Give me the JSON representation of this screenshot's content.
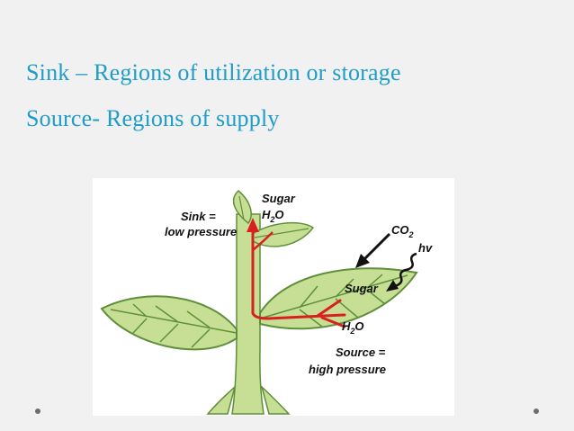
{
  "slide": {
    "line1": "Sink – Regions of utilization or storage",
    "line2": "Source- Regions of supply"
  },
  "diagram": {
    "sink_label_1": "Sink =",
    "sink_label_2": "low pressure",
    "top_sugar": "Sugar",
    "top_h2o_h": "H",
    "top_h2o_sub": "2",
    "top_h2o_o": "O",
    "co2_main": "CO",
    "co2_sub": "2",
    "hv": "hv",
    "leaf_sugar": "Sugar",
    "leaf_h2o_h": "H",
    "leaf_h2o_sub": "2",
    "leaf_h2o_o": "O",
    "source_label_1": "Source =",
    "source_label_2": "high pressure"
  },
  "colors": {
    "title_text": "#1e9dc9",
    "leaf_fill": "#c6df94",
    "leaf_stroke": "#5f8f3a",
    "phloem": "#d92020",
    "background": "#f1f1f1"
  }
}
